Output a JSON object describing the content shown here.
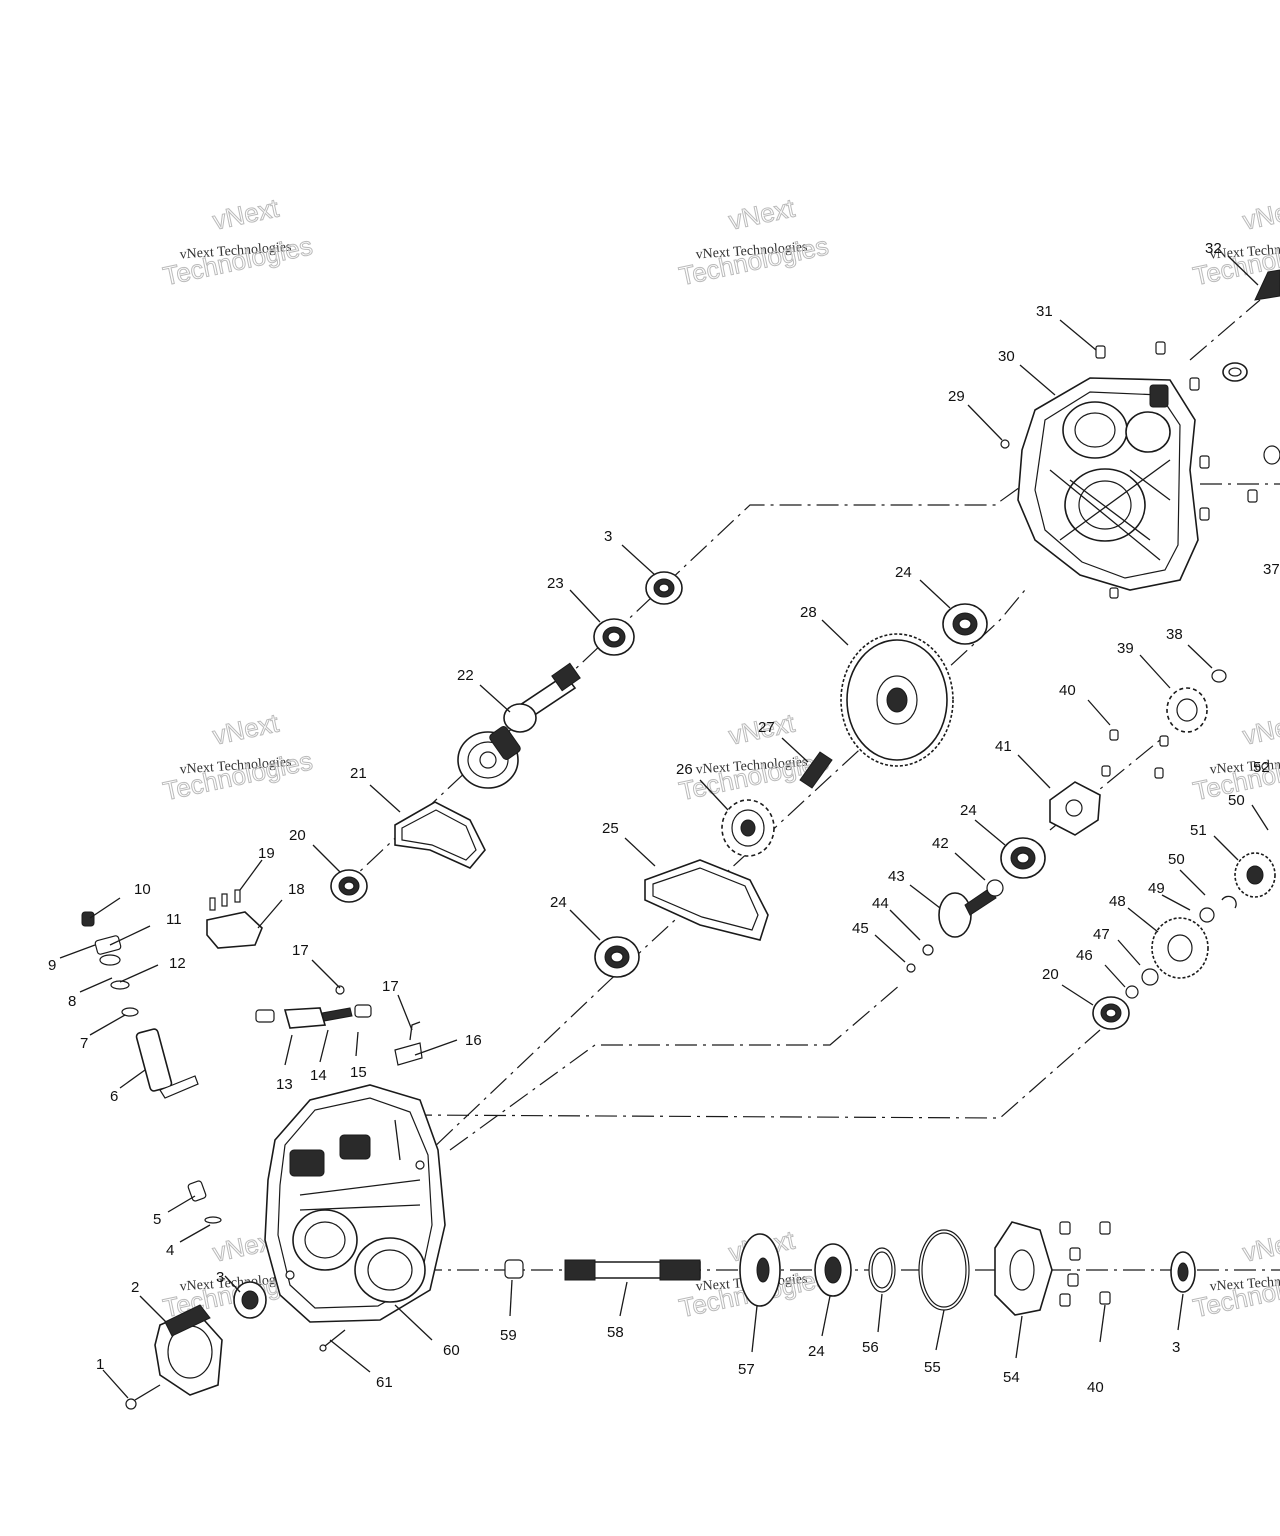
{
  "watermark": {
    "line_small": "vNext Technologies",
    "line_top": "vNext",
    "line_big": "Technologies"
  },
  "callouts": [
    "1",
    "2",
    "3",
    "4",
    "5",
    "6",
    "7",
    "8",
    "9",
    "10",
    "11",
    "12",
    "13",
    "14",
    "15",
    "16",
    "17",
    "17",
    "18",
    "19",
    "20",
    "20",
    "21",
    "22",
    "23",
    "24",
    "24",
    "24",
    "24",
    "25",
    "26",
    "27",
    "28",
    "29",
    "30",
    "31",
    "32",
    "3",
    "37",
    "38",
    "39",
    "40",
    "40",
    "41",
    "42",
    "43",
    "44",
    "45",
    "46",
    "47",
    "48",
    "49",
    "50",
    "50",
    "51",
    "52",
    "54",
    "55",
    "56",
    "57",
    "58",
    "59",
    "60",
    "61",
    "3"
  ]
}
